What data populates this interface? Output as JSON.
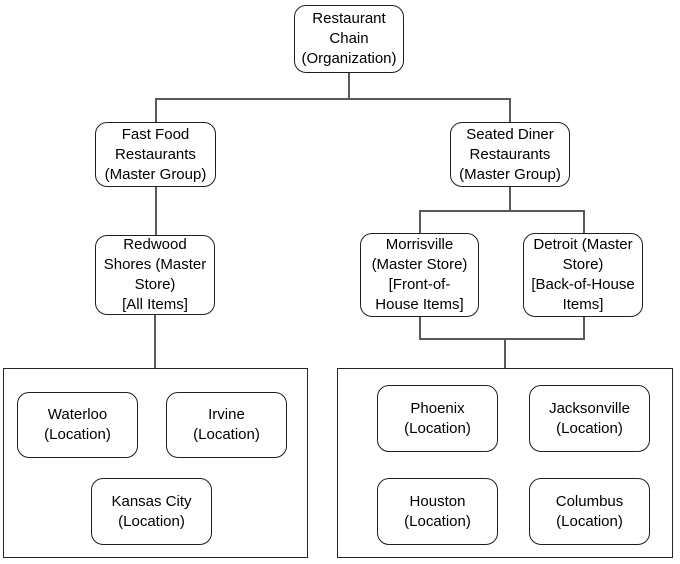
{
  "org_chart": {
    "root": {
      "label": "Restaurant\nChain\n(Organization)"
    },
    "master_groups": [
      {
        "label": "Fast Food\nRestaurants\n(Master Group)"
      },
      {
        "label": "Seated Diner\nRestaurants\n(Master Group)"
      }
    ],
    "master_stores": [
      {
        "label": "Redwood\nShores (Master\nStore)\n[All Items]"
      },
      {
        "label": "Morrisville\n(Master Store)\n[Front-of-\nHouse Items]"
      },
      {
        "label": "Detroit (Master\nStore)\n[Back-of-House\nItems]"
      }
    ],
    "location_groups": [
      {
        "locations": [
          {
            "label": "Waterloo\n(Location)"
          },
          {
            "label": "Irvine\n(Location)"
          },
          {
            "label": "Kansas City\n(Location)"
          }
        ]
      },
      {
        "locations": [
          {
            "label": "Phoenix\n(Location)"
          },
          {
            "label": "Jacksonville\n(Location)"
          },
          {
            "label": "Houston\n(Location)"
          },
          {
            "label": "Columbus\n(Location)"
          }
        ]
      }
    ]
  },
  "colors": {
    "background": "#ffffff",
    "node_fill": "#ffffff",
    "node_border": "#1f1f1f",
    "connector": "#595959",
    "text": "#000000"
  }
}
